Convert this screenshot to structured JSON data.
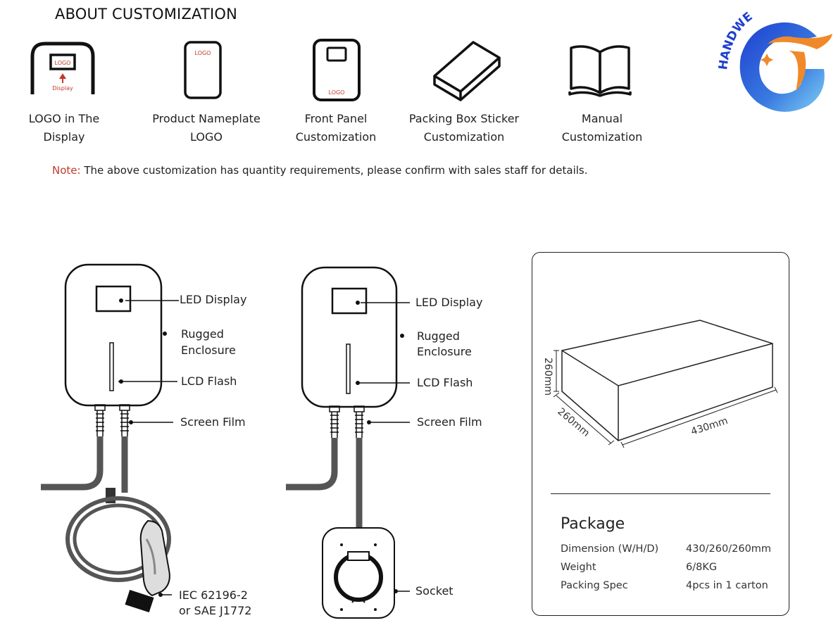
{
  "header": {
    "title": "ABOUT CUSTOMIZATION"
  },
  "options": [
    {
      "line1": "LOGO in The",
      "line2": "Display",
      "icon": "display-logo-icon"
    },
    {
      "line1": "Product Nameplate",
      "line2": "LOGO",
      "icon": "nameplate-icon"
    },
    {
      "line1": "Front Panel",
      "line2": "Customization",
      "icon": "front-panel-icon"
    },
    {
      "line1": "Packing Box Sticker",
      "line2": "Customization",
      "icon": "box-sticker-icon"
    },
    {
      "line1": "Manual",
      "line2": "Customization",
      "icon": "manual-book-icon"
    }
  ],
  "icon_text": {
    "logo": "LOGO",
    "display": "Display"
  },
  "note": {
    "prefix": "Note:",
    "text": " The above customization has quantity requirements, please confirm with sales staff for details."
  },
  "brand": {
    "name": "HANDWE",
    "colors": {
      "blue": "#1e3fd0",
      "orange": "#f0892a",
      "light_blue": "#5ab8f0"
    }
  },
  "charger_a": {
    "labels": {
      "led": "LED Display",
      "enclosure1": "Rugged",
      "enclosure2": "Enclosure",
      "lcd": "LCD Flash",
      "film": "Screen Film",
      "plug1": "IEC 62196-2",
      "plug2": "or SAE J1772"
    }
  },
  "charger_b": {
    "labels": {
      "led": "LED Display",
      "enclosure1": "Rugged",
      "enclosure2": "Enclosure",
      "lcd": "LCD Flash",
      "film": "Screen Film",
      "socket": "Socket"
    }
  },
  "package": {
    "dims": {
      "height": "260mm",
      "depth": "260mm",
      "width": "430mm"
    },
    "title": "Package",
    "rows": [
      {
        "key": "Dimension (W/H/D)",
        "value": "430/260/260mm"
      },
      {
        "key": "Weight",
        "value": "6/8KG"
      },
      {
        "key": "Packing Spec",
        "value": "4pcs in 1 carton"
      }
    ]
  },
  "colors": {
    "note_red": "#c0392b",
    "logo_red": "#c0392b",
    "cable": "#555555"
  }
}
